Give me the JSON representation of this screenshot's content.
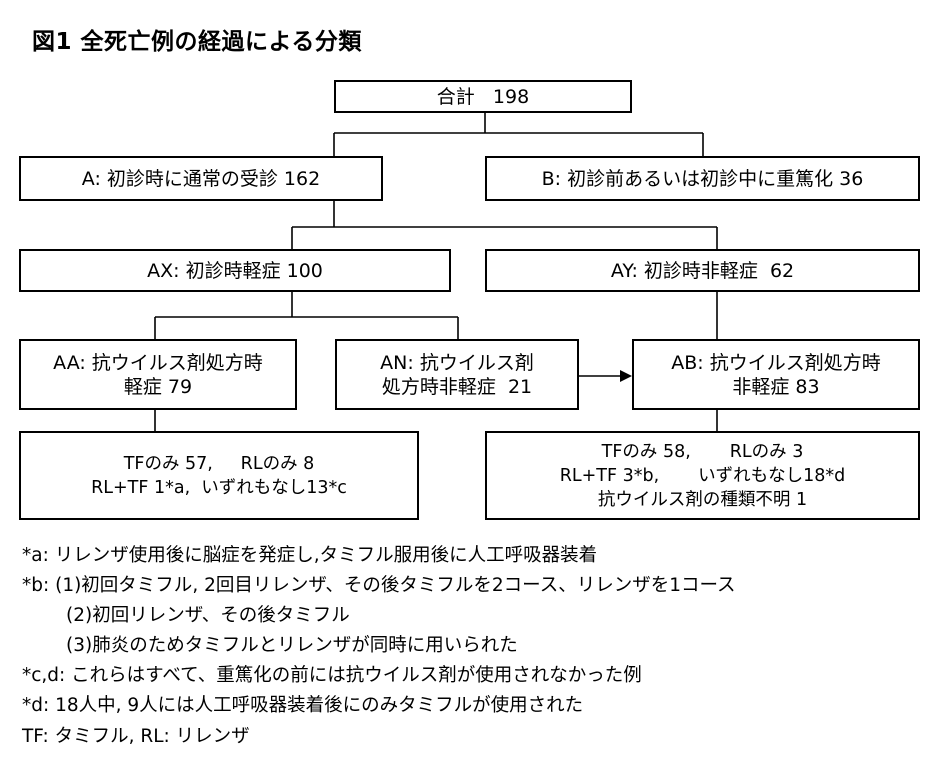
{
  "title": "図1  全死亡例の経過による分類",
  "nodes": {
    "total": {
      "lines": [
        "合計   198"
      ]
    },
    "a": {
      "lines": [
        "A: 初診時に通常の受診 162"
      ]
    },
    "b": {
      "lines": [
        "B: 初診前あるいは初診中に重篤化 36"
      ]
    },
    "ax": {
      "lines": [
        "AX: 初診時軽症 100"
      ]
    },
    "ay": {
      "lines": [
        "AY: 初診時非軽症  62"
      ]
    },
    "aa": {
      "lines": [
        "AA: 抗ウイルス剤処方時",
        "軽症 79"
      ]
    },
    "an": {
      "lines": [
        "AN: 抗ウイルス剤",
        "処方時非軽症  21"
      ]
    },
    "ab": {
      "lines": [
        "AB: 抗ウイルス剤処方時",
        "非軽症 83"
      ]
    },
    "aa_detail": {
      "lines": [
        "TFのみ 57,     RLのみ 8",
        "RL+TF 1*a,  いずれもなし13*c"
      ]
    },
    "ab_detail": {
      "lines": [
        "TFのみ 58,       RLのみ 3",
        "RL+TF 3*b,       いずれもなし18*d",
        "抗ウイルス剤の種類不明 1"
      ]
    }
  },
  "notes": [
    "*a: リレンザ使用後に脳症を発症し,タミフル服用後に人工呼吸器装着",
    "*b: (1)初回タミフル, 2回目リレンザ、その後タミフルを2コース、リレンザを1コース",
    "(2)初回リレンザ、その後タミフル",
    "(3)肺炎のためタミフルとリレンザが同時に用いられた",
    "*c,d: これらはすべて、重篤化の前には抗ウイルス剤が使用されなかった例",
    "*d: 18人中, 9人には人工呼吸器装着後にのみタミフルが使用された"
  ],
  "legend": "TF: タミフル, RL: リレンザ",
  "colors": {
    "line": "#000000",
    "box_border": "#000000",
    "background": "#ffffff"
  }
}
